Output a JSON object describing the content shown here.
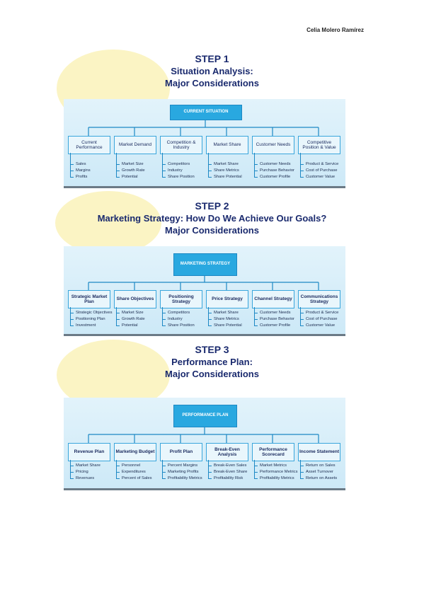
{
  "author": "Celia Molero Ramírez",
  "steps": [
    {
      "title_lines": [
        "STEP 1",
        "Situation Analysis:",
        "Major Considerations"
      ],
      "root": "CURRENT SITUATION",
      "categories": [
        {
          "label": "Current Performance",
          "items": [
            "Sales",
            "Margins",
            "Profits"
          ]
        },
        {
          "label": "Market Demand",
          "items": [
            "Market Size",
            "Growth Rate",
            "Potential"
          ]
        },
        {
          "label": "Competition & Industry",
          "items": [
            "Competitors",
            "Industry",
            "Share Position"
          ]
        },
        {
          "label": "Market Share",
          "items": [
            "Market Share",
            "Share Metrics",
            "Share Potential"
          ]
        },
        {
          "label": "Customer Needs",
          "items": [
            "Customer Needs",
            "Purchase Behavior",
            "Customer Profile"
          ]
        },
        {
          "label": "Competitive Position & Value",
          "items": [
            "Product & Service",
            "Cost of Purchase",
            "Customer Value"
          ]
        }
      ]
    },
    {
      "title_lines": [
        "STEP 2",
        "Marketing Strategy: How Do We Achieve Our Goals?",
        "Major Considerations"
      ],
      "root": "MARKETING STRATEGY",
      "categories": [
        {
          "label": "Strategic Market Plan",
          "items": [
            "Strategic Objectives",
            "Positioning Plan",
            "Investment"
          ]
        },
        {
          "label": "Share Objectives",
          "items": [
            "Market Size",
            "Growth Rate",
            "Potential"
          ]
        },
        {
          "label": "Positioning Strategy",
          "items": [
            "Competitors",
            "Industry",
            "Share Position"
          ]
        },
        {
          "label": "Price Strategy",
          "items": [
            "Market Share",
            "Share Metrics",
            "Share Potential"
          ]
        },
        {
          "label": "Channel Strategy",
          "items": [
            "Customer Needs",
            "Purchase Behavior",
            "Customer Profile"
          ]
        },
        {
          "label": "Communications Strategy",
          "items": [
            "Product & Service",
            "Cost of Purchase",
            "Customer Value"
          ]
        }
      ]
    },
    {
      "title_lines": [
        "STEP 3",
        "Performance Plan:",
        "Major Considerations"
      ],
      "root": "PERFORMANCE PLAN",
      "categories": [
        {
          "label": "Revenue Plan",
          "items": [
            "Market Share",
            "Pricing",
            "Revenues"
          ]
        },
        {
          "label": "Marketing Budget",
          "items": [
            "Personnel",
            "Expenditures",
            "Percent of Sales"
          ]
        },
        {
          "label": "Profit Plan",
          "items": [
            "Percent Margins",
            "Marketing Profits",
            "Profitability Metrics"
          ]
        },
        {
          "label": "Break-Even Analysis",
          "items": [
            "Break-Even Sales",
            "Break-Even Share",
            "Profitability Risk"
          ]
        },
        {
          "label": "Performance Scorecard",
          "items": [
            "Market Metrics",
            "Performance Metrics",
            "Profitability Metrics"
          ]
        },
        {
          "label": "Income Statement",
          "items": [
            "Return on Sales",
            "Asset Turnover",
            "Return on Assets"
          ]
        }
      ]
    }
  ]
}
